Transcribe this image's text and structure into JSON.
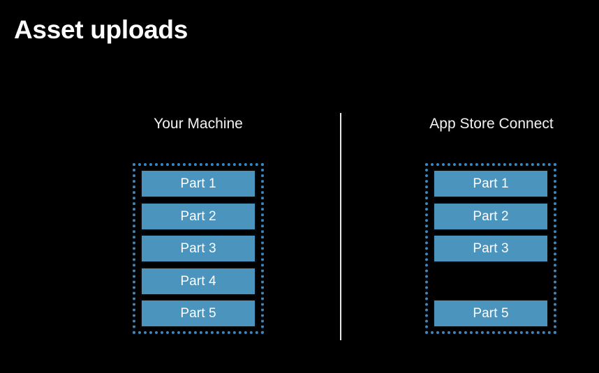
{
  "slide": {
    "title": "Asset uploads",
    "background_color": "#000000",
    "text_color": "#ffffff"
  },
  "divider": {
    "name": "vertical-divider",
    "color": "#e8e8e8"
  },
  "colors": {
    "bar_fill": "#4a94bd",
    "bar_border": "#07090b",
    "dotted_border": "#3d87bd",
    "background": "#000000",
    "label_text": "#f2f2f2"
  },
  "columns": [
    {
      "id": "your-machine",
      "heading": "Your Machine",
      "slots": [
        {
          "label": "Part 1",
          "present": true
        },
        {
          "label": "Part 2",
          "present": true
        },
        {
          "label": "Part 3",
          "present": true
        },
        {
          "label": "Part 4",
          "present": true
        },
        {
          "label": "Part 5",
          "present": true
        }
      ]
    },
    {
      "id": "app-store-connect",
      "heading": "App Store Connect",
      "slots": [
        {
          "label": "Part 1",
          "present": true
        },
        {
          "label": "Part 2",
          "present": true
        },
        {
          "label": "Part 3",
          "present": true
        },
        {
          "label": "",
          "present": false
        },
        {
          "label": "Part 5",
          "present": true
        }
      ]
    }
  ]
}
